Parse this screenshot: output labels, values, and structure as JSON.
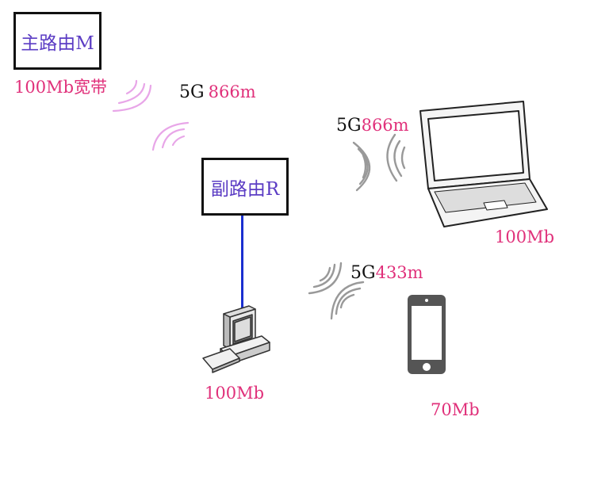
{
  "main_router": {
    "label": "主路由M",
    "bandwidth": "100Mb宽带"
  },
  "link_main_sub": {
    "band": "5G",
    "rate": "866m"
  },
  "sub_router": {
    "label": "副路由R"
  },
  "desktop": {
    "speed": "100Mb"
  },
  "laptop": {
    "band": "5G",
    "rate": "866m",
    "speed": "100Mb"
  },
  "phone": {
    "band": "5G",
    "rate": "433m",
    "speed": "70Mb"
  },
  "colors": {
    "router_text": "#5b3cc4",
    "speed_text": "#e0307a",
    "wired_link": "#1a2fd0",
    "wave_pink": "#e8a6e8",
    "wave_grey": "#9a9a9a"
  }
}
